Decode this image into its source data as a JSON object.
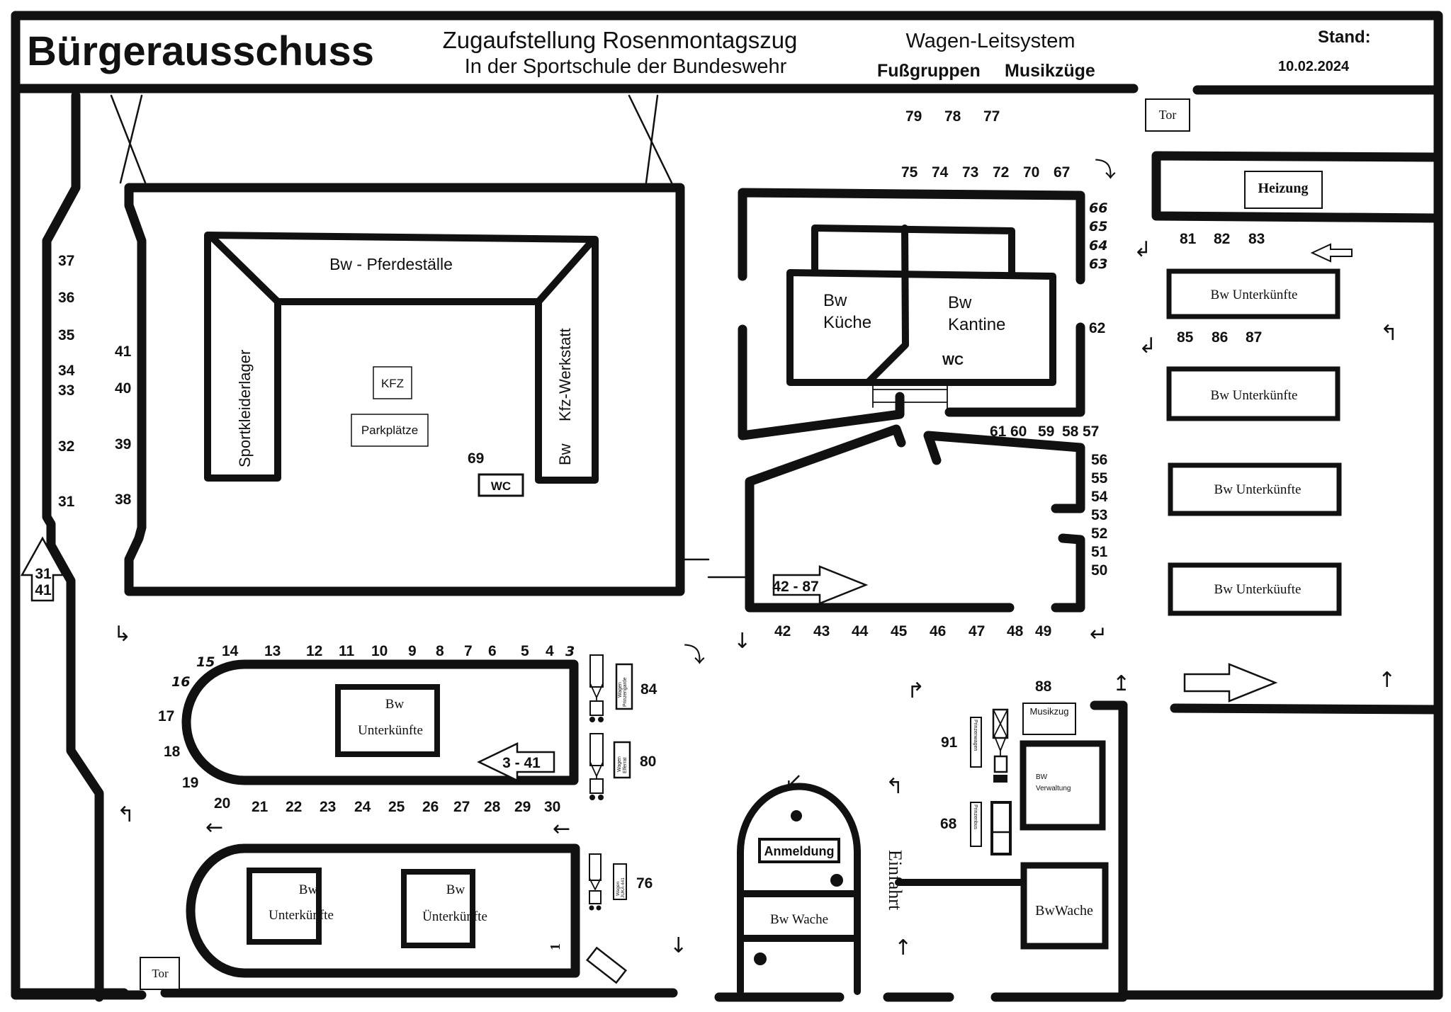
{
  "header": {
    "org": "Bürgerausschuss",
    "title_line1": "Zugaufstellung Rosenmontagszug",
    "title_line2": "In der Sportschule der Bundeswehr",
    "system_title": "Wagen-Leitsystem",
    "system_sub1": "Fußgruppen",
    "system_sub2": "Musikzüge",
    "stand_label": "Stand:",
    "stand_date": "10.02.2024"
  },
  "buildings": {
    "pferdestaelle": "Bw - Pferdeställe",
    "sportkleiderlager": "Sportkleiderlager",
    "kfz_werkstatt": "Kfz-Werkstatt",
    "kfz_werkstatt_prefix": "Bw",
    "kfz": "KFZ",
    "parkplaetze": "Parkplätze",
    "wc_left": "WC",
    "kueche_1": "Bw",
    "kueche_2": "Küche",
    "kantine_1": "Bw",
    "kantine_2": "Kantine",
    "wc_kantine": "WC",
    "heizung": "Heizung",
    "unterkuenfte_right": [
      "Bw Unterkünfte",
      "Bw Unterkünfte",
      "Bw Unterkünfte",
      "Bw Unterküufte"
    ],
    "unterkunft_mid_1": "Bw",
    "unterkunft_mid_2": "Unterkünfte",
    "unterkunft_bl_1": "Bw",
    "unterkunft_bl_2": "Unterkünfte",
    "unterkunft_bm_1": "Bw",
    "unterkunft_bm_2": "Ünterkünfte",
    "anmeldung": "Anmeldung",
    "wache_center": "Bw Wache",
    "wache_right": "BwWache",
    "verwaltung_1": "BW",
    "verwaltung_2": "Verwaltung",
    "musikzug": "Musikzug",
    "einfahrt": "Einfahrt",
    "tor_top": "Tor",
    "tor_bottom": "Tor"
  },
  "vehicles": {
    "v84": {
      "label_1": "Wagen",
      "label_2": "Prinzengarde",
      "number": "84"
    },
    "v80": {
      "label_1": "Wagen",
      "label_2": "Elferrat",
      "number": "80"
    },
    "v76": {
      "label_1": "Wagen",
      "label_2": "JUKA 441",
      "number": "76"
    },
    "v91": {
      "label": "Prinzenwagen",
      "number": "91"
    },
    "v68": {
      "label": "Prinzenbus",
      "number": "68"
    },
    "v88": {
      "number": "88"
    }
  },
  "route_arrows": {
    "a31_41_top": "31",
    "a31_41_bottom": "41",
    "a42_87": "42 - 87",
    "a3_41": "3 - 41"
  },
  "positions": {
    "top_row": [
      "79",
      "78",
      "77"
    ],
    "kantine_top": [
      "75",
      "74",
      "73",
      "72",
      "70",
      "67"
    ],
    "kantine_right": [
      "66",
      "65",
      "64",
      "63"
    ],
    "p62": "62",
    "p69": "69",
    "row_61_57": [
      "61",
      "60",
      "59",
      "58",
      "57"
    ],
    "col_56_50": [
      "56",
      "55",
      "54",
      "53",
      "52",
      "51",
      "50"
    ],
    "row_42_49": [
      "42",
      "43",
      "44",
      "45",
      "46",
      "47",
      "48",
      "49"
    ],
    "row_81_83": [
      "81",
      "82",
      "83"
    ],
    "row_85_87": [
      "85",
      "86",
      "87"
    ],
    "left_col_outer": [
      "37",
      "36",
      "35",
      "34",
      "33",
      "32",
      "31"
    ],
    "left_col_inner": [
      "41",
      "40",
      "39",
      "38"
    ],
    "oval_top": [
      "14",
      "13",
      "12",
      "11",
      "10",
      "9",
      "8",
      "7",
      "6",
      "5",
      "4",
      "3"
    ],
    "oval_top_italic": [
      "15",
      "16"
    ],
    "oval_left": [
      "17",
      "18",
      "19"
    ],
    "oval_bottom": [
      "20",
      "21",
      "22",
      "23",
      "24",
      "25",
      "26",
      "27",
      "28",
      "29",
      "30"
    ],
    "p1": "1"
  }
}
